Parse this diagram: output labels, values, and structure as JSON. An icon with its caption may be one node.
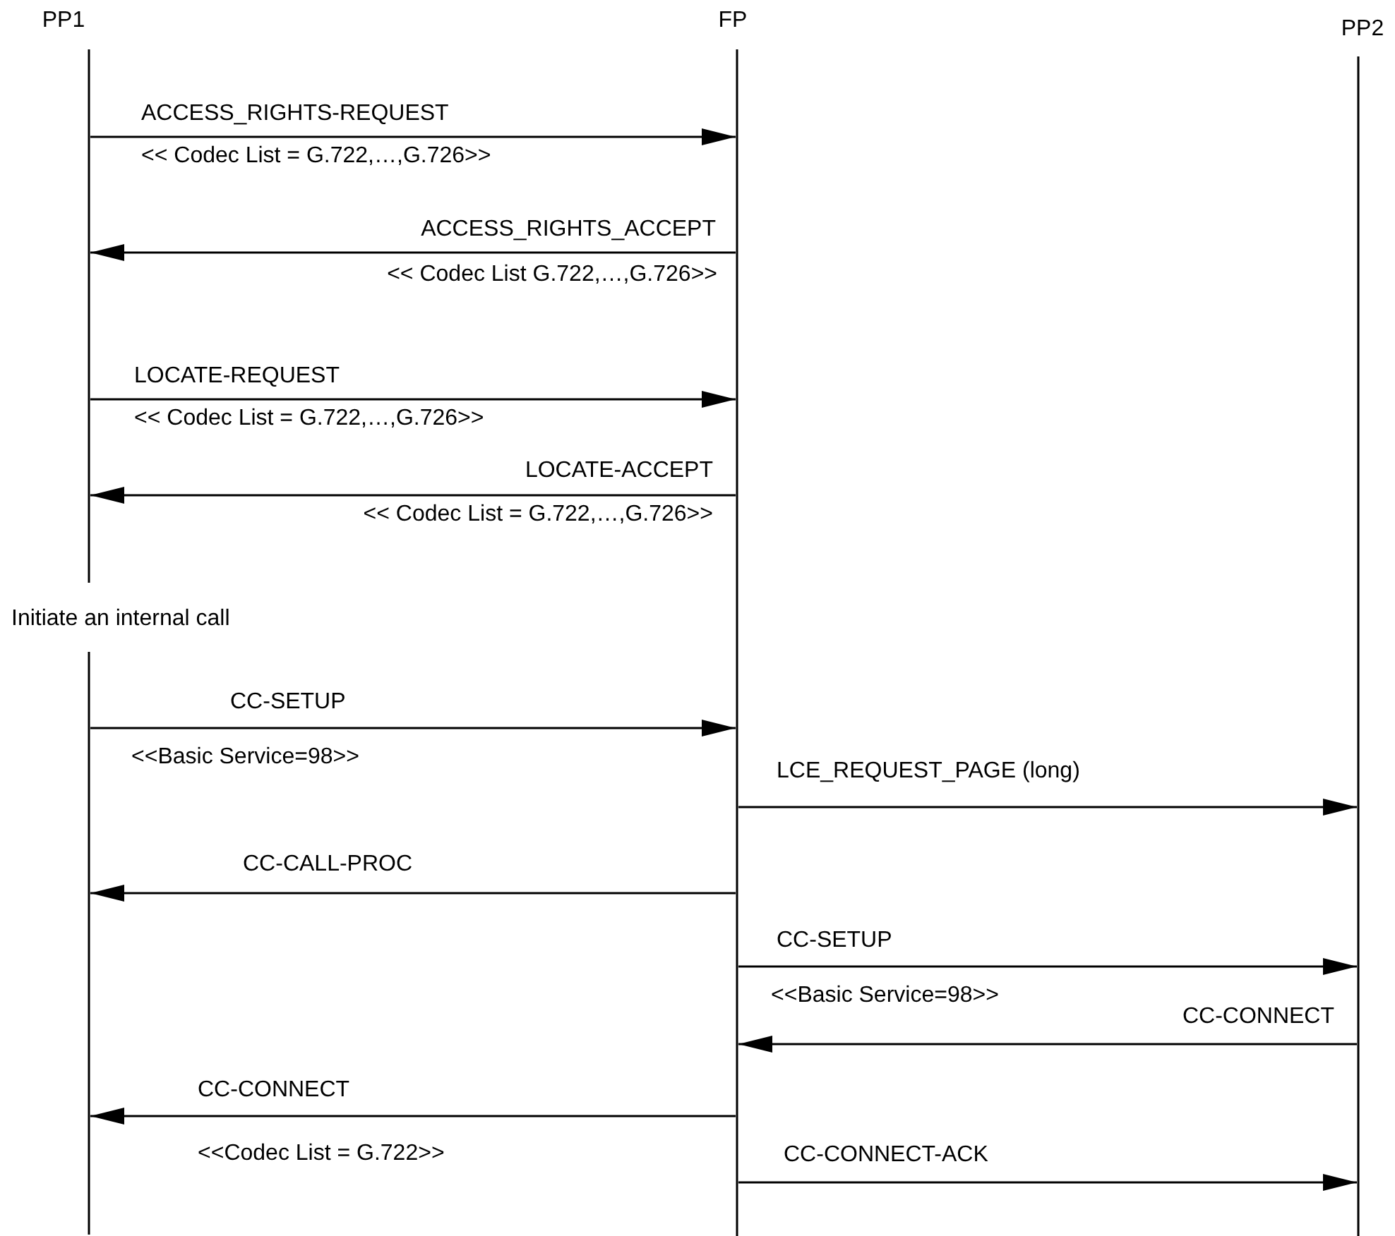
{
  "diagram": {
    "nodes": [
      {
        "text": [
          "PP1"
        ]
      },
      {
        "text": [
          "FP"
        ]
      },
      {
        "text": [
          "PP2"
        ]
      }
    ],
    "edges": [
      {
        "from": 0,
        "to": 1,
        "arrow": "to",
        "label": "ACCESS_RIGHTS-REQUEST"
      },
      {
        "from": 1,
        "to": 0,
        "arrow": "to",
        "label": "ACCESS_RIGHTS_ACCEPT"
      },
      {
        "from": 0,
        "to": 1,
        "arrow": "to",
        "label": "LOCATE-REQUEST"
      },
      {
        "from": 1,
        "to": 0,
        "arrow": "to",
        "label": "LOCATE-ACCEPT"
      },
      {
        "from": 0,
        "to": 1,
        "arrow": "to",
        "label": "CC-SETUP"
      },
      {
        "from": 1,
        "to": 2,
        "arrow": "to",
        "label": "LCE_REQUEST_PAGE (long)"
      },
      {
        "from": 1,
        "to": 0,
        "arrow": "to",
        "label": "CC-CALL-PROC"
      },
      {
        "from": 1,
        "to": 2,
        "arrow": "to",
        "label": "CC-SETUP"
      },
      {
        "from": 2,
        "to": 1,
        "arrow": "to",
        "label": "CC-CONNECT"
      },
      {
        "from": 1,
        "to": 0,
        "arrow": "to",
        "label": "CC-CONNECT"
      },
      {
        "from": 1,
        "to": 2,
        "arrow": "to",
        "label": "CC-CONNECT-ACK"
      }
    ],
    "labels": [
      "<< Codec List = G.722,…,G.726>>",
      "<< Codec List G.722,…,G.726>>",
      "<< Codec List = G.722,…,G.726>>",
      "<< Codec List = G.722,…,G.726>>",
      "Initiate an internal call",
      "<<Basic Service=98>>",
      "<<Basic Service=98>>",
      "<<Codec List = G.722>>"
    ]
  }
}
